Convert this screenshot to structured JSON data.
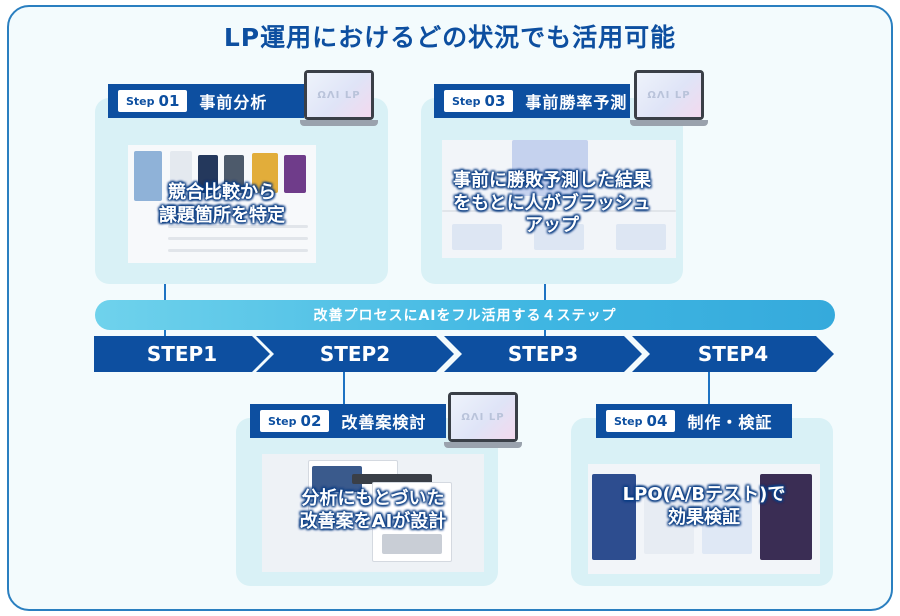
{
  "title": "LP運用におけるどの状況でも活用可能",
  "laptop_logo": "ΩΛI LP",
  "banner": "改善プロセスにAIをフル活用する４ステップ",
  "steps_row": [
    "STEP1",
    "STEP2",
    "STEP3",
    "STEP4"
  ],
  "cards": [
    {
      "step_prefix": "Step",
      "step_num": "01",
      "title": "事前分析",
      "overlay": [
        "競合比較から",
        "課題箇所を特定"
      ]
    },
    {
      "step_prefix": "Step",
      "step_num": "02",
      "title": "改善案検討",
      "overlay": [
        "分析にもとづいた",
        "改善案をAIが設計"
      ]
    },
    {
      "step_prefix": "Step",
      "step_num": "03",
      "title": "事前勝率予測",
      "overlay": [
        "事前に勝敗予測した結果",
        "をもとに人がブラッシュ",
        "アップ"
      ]
    },
    {
      "step_prefix": "Step",
      "step_num": "04",
      "title": "制作・検証",
      "overlay": [
        "LPO(A/Bテスト)で",
        "効果検証"
      ]
    }
  ],
  "colors": {
    "navy": "#0d4fa0",
    "card_bg": "#d9f1f6",
    "banner": "#3fb6e2",
    "frame": "#2a7fc0"
  }
}
